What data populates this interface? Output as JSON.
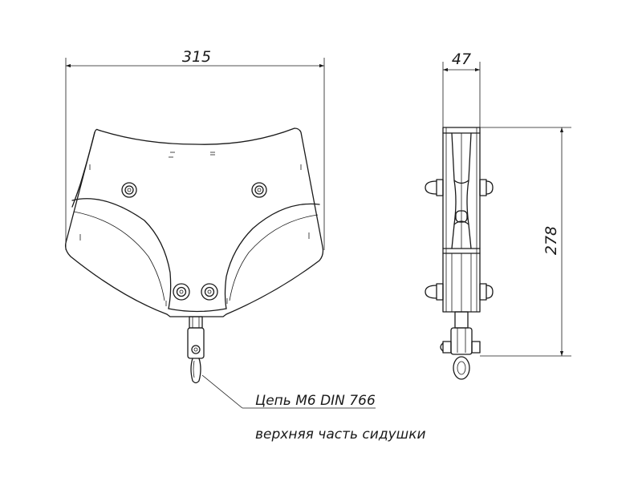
{
  "dimensions": {
    "width": "315",
    "thickness": "47",
    "height": "278"
  },
  "note": {
    "line1": "Цепь М6 DIN 766",
    "line2": "верхняя часть сидушки"
  }
}
